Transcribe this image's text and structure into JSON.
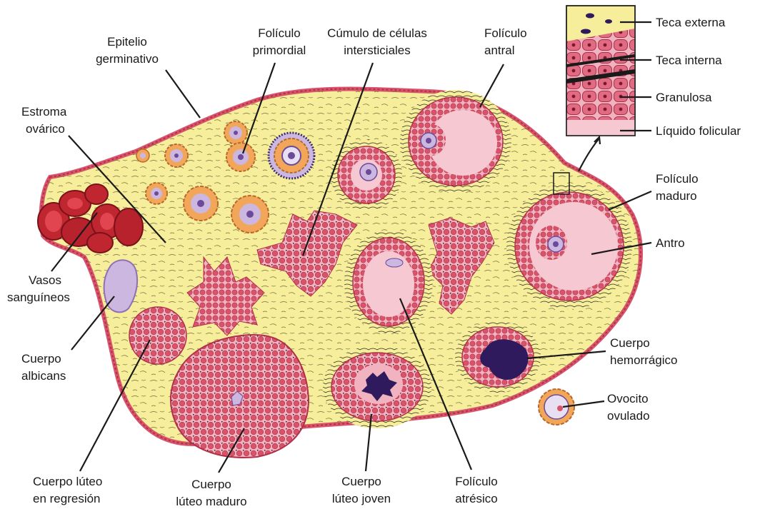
{
  "labels": {
    "epitelio": [
      "Epitelio",
      "germinativo"
    ],
    "primordial": [
      "Folículo",
      "primordial"
    ],
    "cumulo": [
      "Cúmulo de células",
      "intersticiales"
    ],
    "antral": [
      "Folículo",
      "antral"
    ],
    "estroma": [
      "Estroma",
      "ovárico"
    ],
    "vasos": [
      "Vasos",
      "sanguíneos"
    ],
    "albicans": [
      "Cuerpo",
      "albicans"
    ],
    "regresion": [
      "Cuerpo lúteo",
      "en regresión"
    ],
    "luteo_maduro": [
      "Cuerpo",
      "lúteo maduro"
    ],
    "luteo_joven": [
      "Cuerpo",
      "lúteo joven"
    ],
    "atresico": [
      "Folículo",
      "atrésico"
    ],
    "maduro": [
      "Folículo",
      "maduro"
    ],
    "antro": [
      "Antro"
    ],
    "hemorragico": [
      "Cuerpo",
      "hemorrágico"
    ],
    "ovocito": [
      "Ovocito",
      "ovulado"
    ]
  },
  "inset_labels": [
    "Teca externa",
    "Teca interna",
    "Granulosa",
    "Líquido folicular"
  ],
  "colors": {
    "stroma": "#f7ee9b",
    "cell": "#d9536b",
    "cell_light": "#f1b3bf",
    "antrum": "#f5c8d2",
    "oocyte": "#cbb7df",
    "hemorrhage": "#2e1a5c",
    "vessel": "#c0262f",
    "follicle_orange": "#f2a65a",
    "fiber": "#3a3a2a"
  }
}
